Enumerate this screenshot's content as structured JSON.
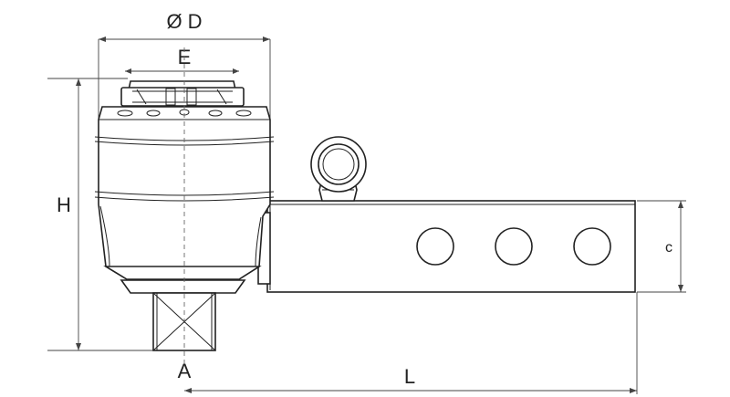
{
  "labels": {
    "diameter": "Ø D",
    "e": "E",
    "h": "H",
    "c": "c",
    "a": "A",
    "l": "L"
  },
  "colors": {
    "line": "#222222",
    "dimension": "#444444",
    "centerline": "#666666",
    "background": "#ffffff"
  }
}
